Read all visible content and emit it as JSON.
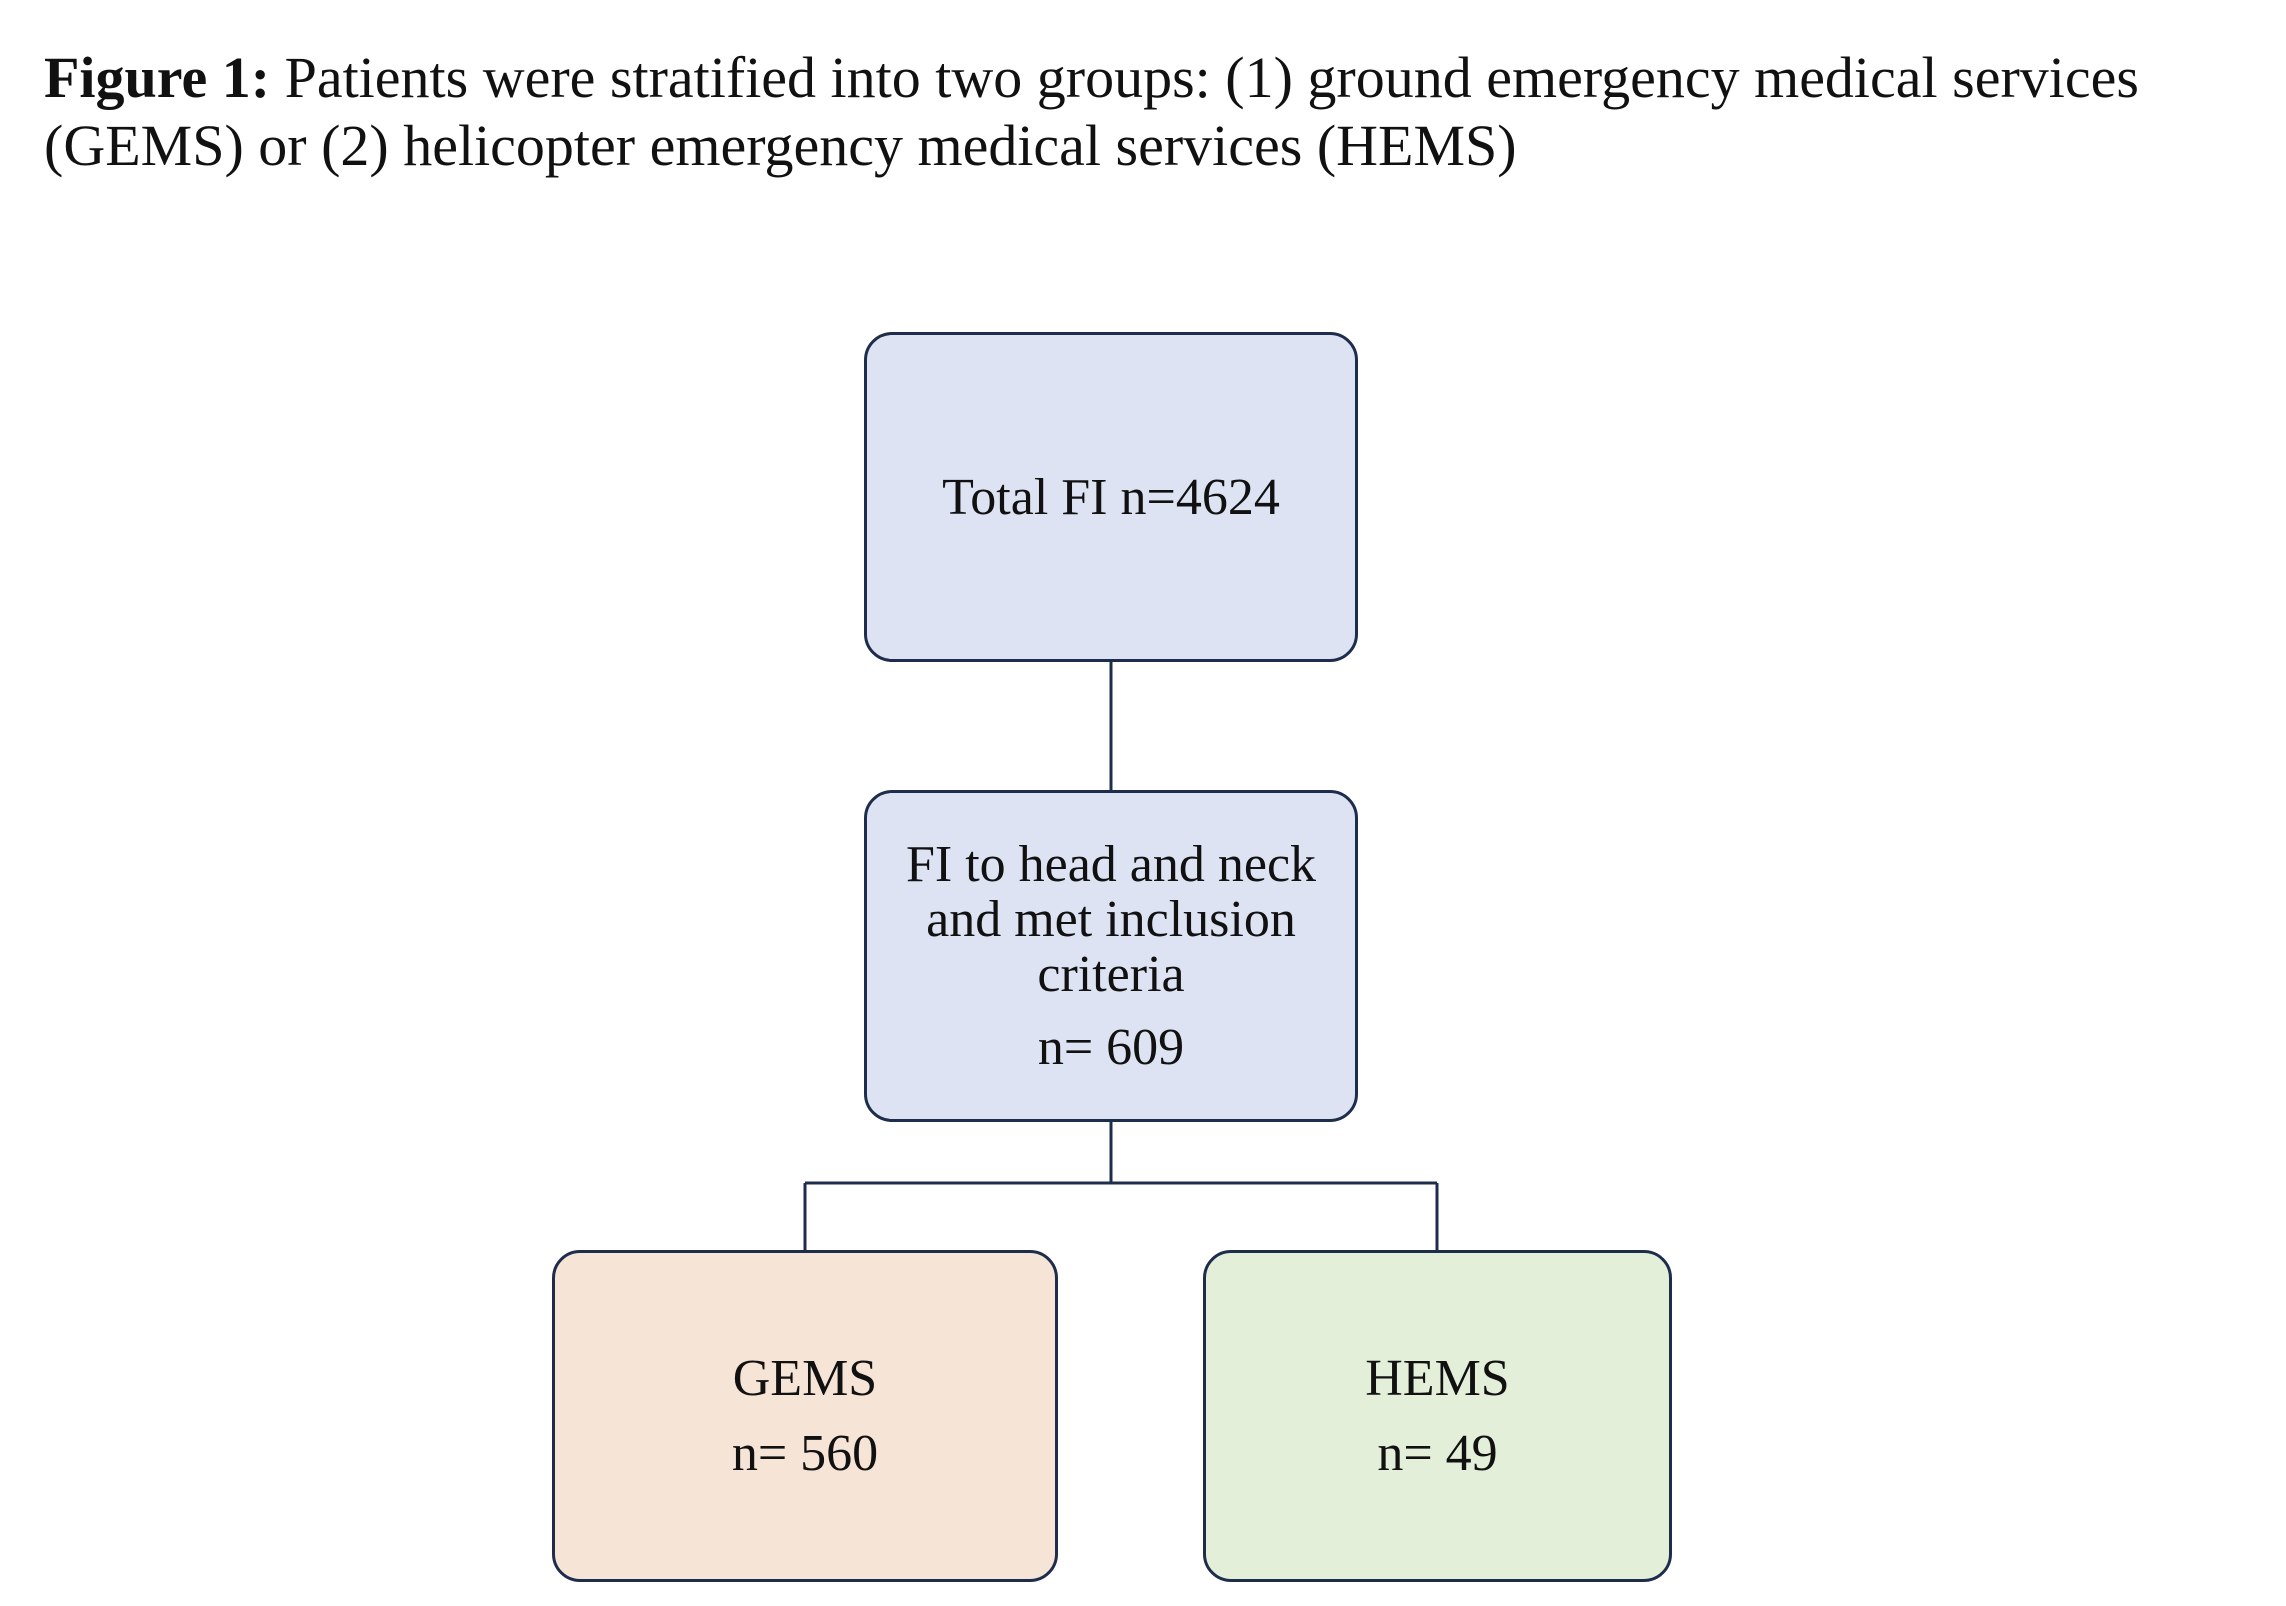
{
  "caption": {
    "label": "Figure 1:",
    "text": " Patients were stratified into two groups: (1) ground emergency medical services (GEMS) or (2) helicopter emergency medical services (HEMS)"
  },
  "nodes": {
    "total": {
      "label": "Total FI n=4624"
    },
    "included": {
      "label": "FI to head and neck and met inclusion criteria",
      "count": "n= 609"
    },
    "gems": {
      "label": "GEMS",
      "count": "n= 560"
    },
    "hems": {
      "label": "HEMS",
      "count": "n= 49"
    }
  },
  "colors": {
    "border": "#1f2d4d",
    "connector": "#1f2d4d",
    "top_boxes_fill": "#dde3f2",
    "gems_fill": "#f6e4d7",
    "hems_fill": "#e3efd9"
  }
}
